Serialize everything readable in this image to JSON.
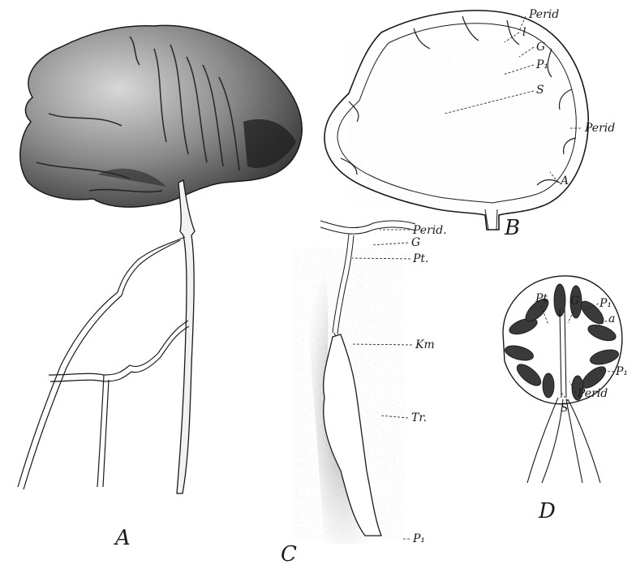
{
  "figure": {
    "ink_color": "#1a1a1a",
    "background_color": "#ffffff",
    "panels": {
      "A": {
        "letter": "A"
      },
      "B": {
        "letter": "B",
        "labels": {
          "perid_top": "Perid",
          "l": "l",
          "g": "G",
          "p1": "P₁",
          "s": "S",
          "perid_mid": "Perid",
          "a": "A"
        }
      },
      "C": {
        "letter": "C",
        "labels": {
          "perid": "Perid.",
          "g": "G",
          "pt": "Pt.",
          "km": "Km",
          "tr": "Tr.",
          "p1": "P₁"
        }
      },
      "D": {
        "letter": "D",
        "labels": {
          "pt": "Pt",
          "g": "G",
          "p1_top": "P₁",
          "a": "a",
          "p1_right": "P₁",
          "perid": "Perid",
          "s": "S"
        }
      }
    }
  }
}
